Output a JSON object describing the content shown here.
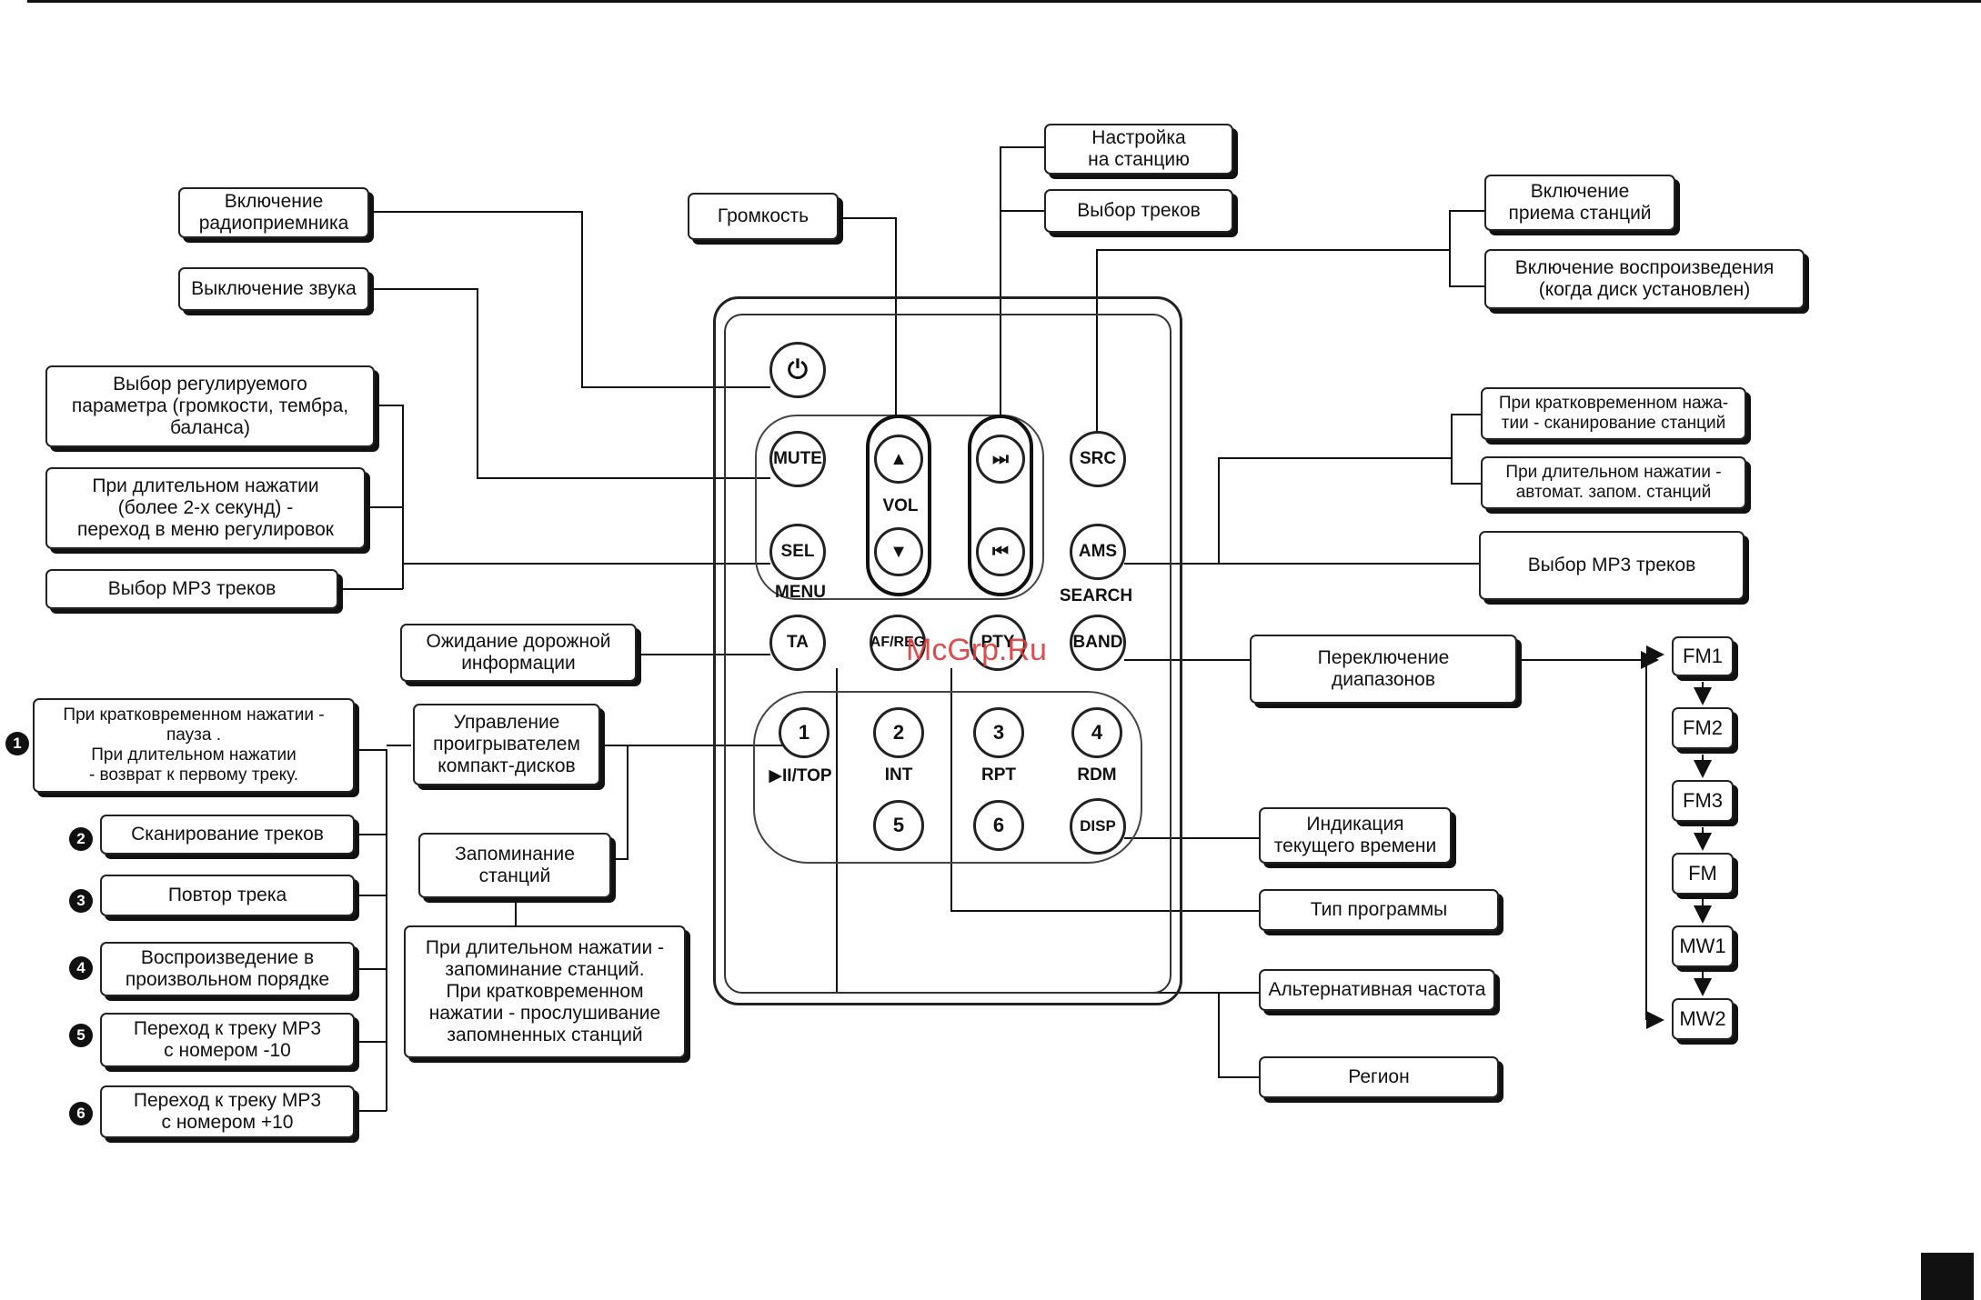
{
  "watermark": "McGrp.Ru",
  "remote": {
    "power_symbol": "⏻",
    "buttons": {
      "mute": "MUTE",
      "sel": "SEL",
      "src": "SRC",
      "ams": "AMS",
      "ta": "TA",
      "af_reg": "AF/REG",
      "pty": "PTY",
      "band": "BAND",
      "b1": "1",
      "b2": "2",
      "b3": "3",
      "b4": "4",
      "b5": "5",
      "b6": "6",
      "disp": "DISP"
    },
    "vol_up": "▲",
    "vol_down": "▼",
    "next": "⏭",
    "prev": "⏮",
    "labels": {
      "vol": "VOL",
      "menu": "MENU",
      "search": "SEARCH",
      "play_top": "▶II/TOP",
      "int": "INT",
      "rpt": "RPT",
      "rdm": "RDM"
    }
  },
  "left": {
    "radio_on": "Включение\nрадиоприемника",
    "mute_off": "Выключение звука",
    "sel_param": "Выбор регулируемого\nпараметра (громкости, тембра,\nбаланса)",
    "long_press_menu": "При длительном нажатии\n(более 2-х секунд) -\nпереход в меню регулировок",
    "mp3_select": "Выбор MP3 треков",
    "traffic_wait": "Ожидание дорожной\nинформации",
    "pause_desc": "При кратковременном нажатии -\nпауза .\nПри длительном нажатии\n- возврат к первому треку.",
    "cd_control": "Управление\nпроигрывателем\nкомпакт-дисков",
    "scan_tracks": "Сканирование треков",
    "repeat_track": "Повтор трека",
    "random_play": "Воспроизведение в\nпроизвольном порядке",
    "mp3_minus10": "Переход к треку MP3\nс номером -10",
    "mp3_plus10": "Переход к треку MP3\nс номером +10",
    "store_stations": "Запоминание\nстанций",
    "store_desc": "При длительном нажатии -\nзапоминание станций.\nПри кратковременном\nнажатии - прослушивание\nзапомненных станций"
  },
  "markers": [
    "1",
    "2",
    "3",
    "4",
    "5",
    "6"
  ],
  "top": {
    "volume": "Громкость",
    "tune_station": "Настройка\nна станцию",
    "track_select": "Выбор треков"
  },
  "right": {
    "receive_on": "Включение\nприема станций",
    "play_on": "Включение воспроизведения\n(когда диск установлен)",
    "scan_short": "При кратковременном нажа-\nтии - сканирование станций",
    "auto_store": "При длительном нажатии -\nавтомат. запом. станций",
    "mp3_select": "Выбор MP3 треков",
    "band_switch": "Переключение\nдиапазонов",
    "time_display": "Индикация\nтекущего времени",
    "program_type": "Тип программы",
    "alt_freq": "Альтернативная частота",
    "region": "Регион"
  },
  "bands": [
    "FM1",
    "FM2",
    "FM3",
    "FM",
    "MW1",
    "MW2"
  ]
}
